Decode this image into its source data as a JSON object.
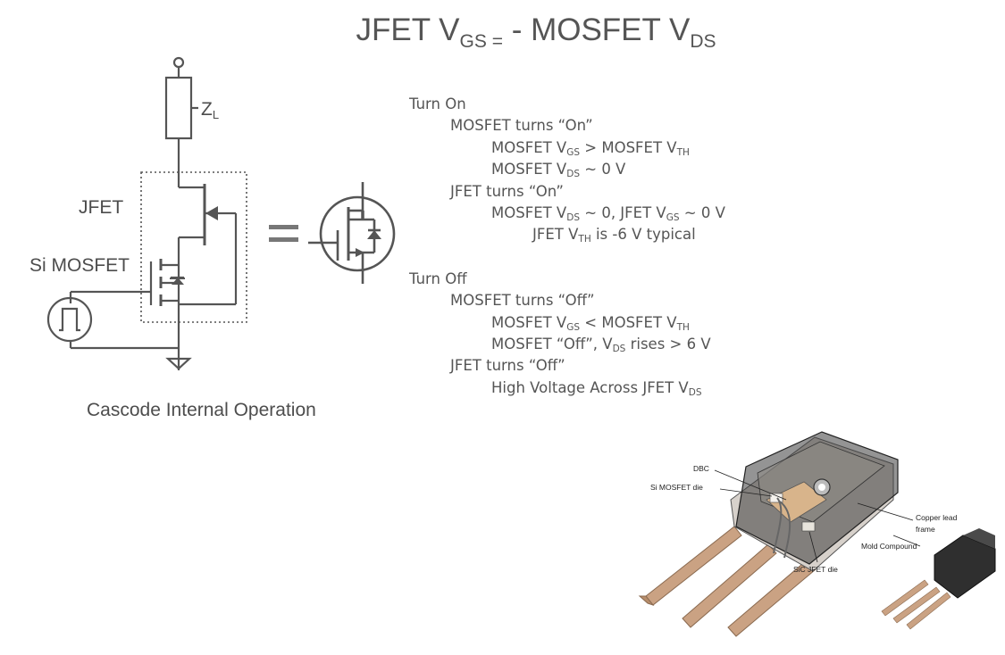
{
  "title": {
    "prefix": "JFET V",
    "sub1": "GS =",
    "middle": " - MOSFET V",
    "sub2": "DS"
  },
  "schematic": {
    "zl": {
      "main": "Z",
      "sub": "L"
    },
    "jfet_label": "JFET",
    "mosfet_label": "Si MOSFET",
    "equals": "=",
    "caption": "Cascode Internal Operation"
  },
  "steps": [
    {
      "level": 0,
      "parts": [
        {
          "t": "Turn On"
        }
      ]
    },
    {
      "level": 1,
      "parts": [
        {
          "t": "MOSFET turns “On”"
        }
      ]
    },
    {
      "level": 2,
      "parts": [
        {
          "t": "MOSFET V"
        },
        {
          "s": "GS"
        },
        {
          "t": " > MOSFET V"
        },
        {
          "s": "TH"
        }
      ]
    },
    {
      "level": 2,
      "parts": [
        {
          "t": "MOSFET V"
        },
        {
          "s": "DS"
        },
        {
          "t": " ~ 0 V"
        }
      ]
    },
    {
      "level": 1,
      "parts": [
        {
          "t": "JFET turns “On”"
        }
      ]
    },
    {
      "level": 2,
      "parts": [
        {
          "t": "MOSFET V"
        },
        {
          "s": "DS"
        },
        {
          "t": " ~ 0, JFET V"
        },
        {
          "s": "GS"
        },
        {
          "t": " ~ 0 V"
        }
      ]
    },
    {
      "level": 3,
      "parts": [
        {
          "t": "JFET V"
        },
        {
          "s": "TH"
        },
        {
          "t": " is -6 V typical"
        }
      ]
    },
    {
      "level": -1,
      "parts": []
    },
    {
      "level": 0,
      "parts": [
        {
          "t": "Turn Off"
        }
      ]
    },
    {
      "level": 1,
      "parts": [
        {
          "t": "MOSFET turns “Off”"
        }
      ]
    },
    {
      "level": 2,
      "parts": [
        {
          "t": "MOSFET V"
        },
        {
          "s": "GS"
        },
        {
          "t": " < MOSFET V"
        },
        {
          "s": "TH"
        }
      ]
    },
    {
      "level": 2,
      "parts": [
        {
          "t": "MOSFET “Off”, V"
        },
        {
          "s": "DS"
        },
        {
          "t": " rises > 6 V"
        }
      ]
    },
    {
      "level": 1,
      "parts": [
        {
          "t": "JFET turns “Off”"
        }
      ]
    },
    {
      "level": 2,
      "parts": [
        {
          "t": "High Voltage Across JFET V"
        },
        {
          "s": "DS"
        }
      ]
    }
  ],
  "package": {
    "labels": {
      "dbc": "DBC",
      "si_mosfet_die": "Si MOSFET die",
      "copper_lead_frame_1": "Copper lead",
      "copper_lead_frame_2": "frame",
      "mold_compound": "Mold Compound",
      "sic_jfet_die": "SiC JFET die"
    }
  },
  "colors": {
    "line": "#555555",
    "text": "#4d4d4d",
    "package_dark": "#3a3a3a",
    "lead": "#c9a07f"
  }
}
